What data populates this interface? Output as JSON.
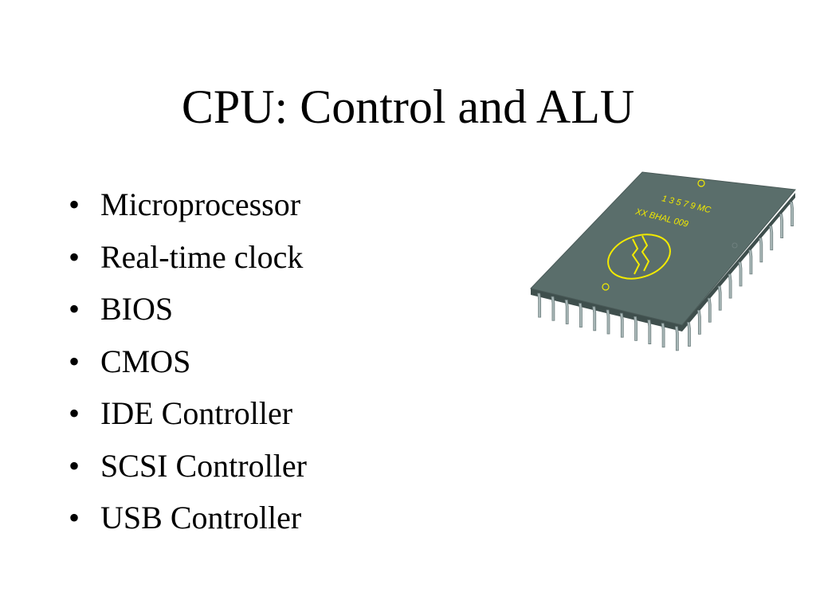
{
  "slide": {
    "title": "CPU: Control and ALU",
    "bullets": [
      "Microprocessor",
      "Real-time clock",
      "BIOS",
      "CMOS",
      "IDE Controller",
      "SCSI Controller",
      "USB Controller"
    ],
    "bullet_glyph": "•"
  },
  "chip_image": {
    "icon": "microchip-icon",
    "markings": [
      "1 3 5 7 9 MC",
      "XX BHAL 009"
    ],
    "colors": {
      "body_top": "#5a6e6b",
      "body_side": "#3f4f4d",
      "pins": "#a9b8b8",
      "pin_shadow": "#6f7f7f",
      "marking": "#f2ea00"
    }
  }
}
